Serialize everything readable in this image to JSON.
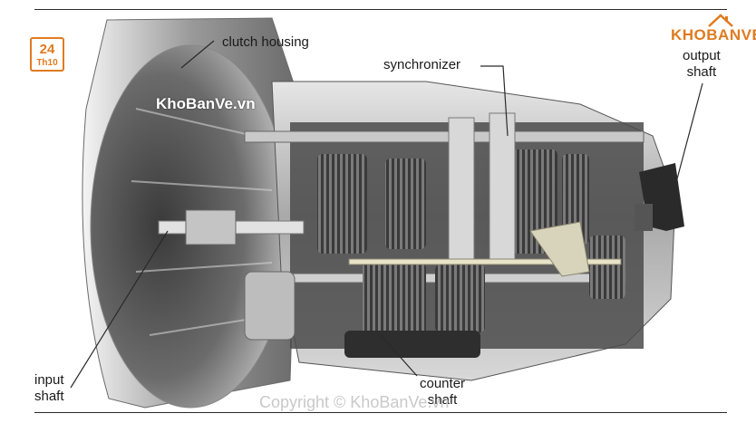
{
  "badge": {
    "day": "24",
    "month": "Th10"
  },
  "logo": {
    "text": "KHOBANVE"
  },
  "labels": {
    "clutch_housing": "clutch housing",
    "synchronizer": "synchronizer",
    "output_shaft": "output\nshaft",
    "input_shaft": "input\nshaft",
    "counter_shaft": "counter\nshaft"
  },
  "watermarks": {
    "center": "KhoBanVe.vn",
    "footer": "Copyright © KhoBanVe.vn"
  },
  "colors": {
    "accent": "#e07b20",
    "line": "#2a2a2a"
  }
}
